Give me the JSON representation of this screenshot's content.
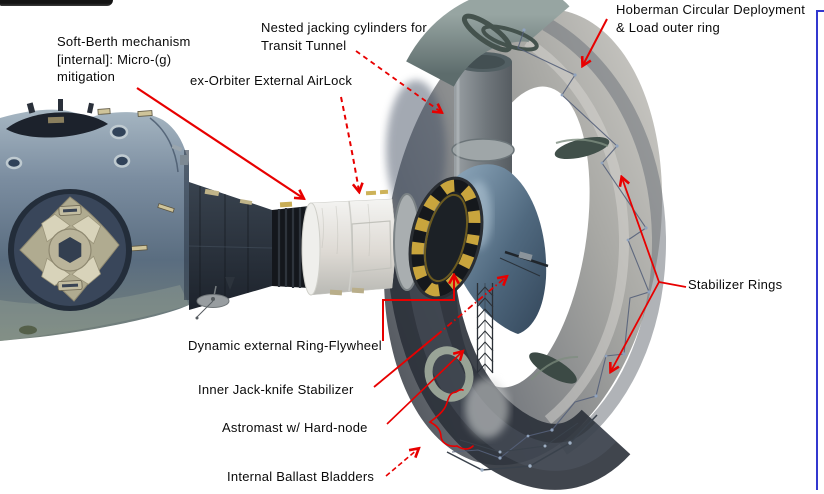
{
  "colors": {
    "annotation_red": "#e80000",
    "window_border_blue": "#3238cf",
    "label_text": "#0a0a0a",
    "background": "#ffffff",
    "torus_fabric_light": "#d6d4cf",
    "torus_fabric_dark": "#3c4149",
    "stabilizer_band": "#41504a",
    "flywheel_yellow": "#c9a53d",
    "hull_blue": "#7b8da0",
    "hatch_tan": "#b0ab90",
    "airlock_white": "#efefec",
    "tunnel_gray": "#8a9095"
  },
  "labels": {
    "soft_berth": {
      "line1": "Soft-Berth mechanism",
      "line2": "[internal]: Micro-(g)",
      "line3": "mitigation"
    },
    "ex_orbiter": {
      "text": "ex-Orbiter External AirLock"
    },
    "nested_jacking": {
      "line1": "Nested jacking cylinders for",
      "line2": "Transit Tunnel"
    },
    "hoberman": {
      "line1": "Hoberman Circular Deployment",
      "line2": "& Load outer ring"
    },
    "stabilizer_rings": {
      "text": "Stabilizer Rings"
    },
    "ring_flywheel": {
      "text": "Dynamic external Ring-Flywheel"
    },
    "jack_knife": {
      "text": "Inner Jack-knife Stabilizer"
    },
    "astromast": {
      "text": "Astromast w/ Hard-node"
    },
    "ballast": {
      "text": "Internal Ballast Bladders"
    }
  }
}
